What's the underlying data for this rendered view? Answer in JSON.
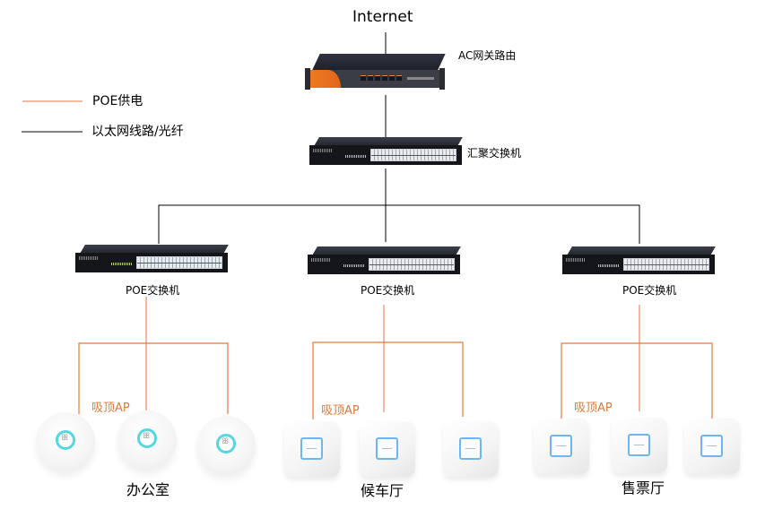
{
  "diagram": {
    "title": "Internet",
    "colors": {
      "poe_line": "#e8783a",
      "ethernet_line": "#000000",
      "label_accent": "#e07a3a"
    },
    "legend": [
      {
        "line": "poe",
        "label": "POE供电"
      },
      {
        "line": "ethernet",
        "label": "以太网线路/光纤"
      }
    ],
    "core": {
      "router": {
        "label": "AC网关路由",
        "icon": "router-icon"
      },
      "aggregation_switch": {
        "label": "汇聚交换机",
        "icon": "switch-icon"
      }
    },
    "branches": [
      {
        "switch_label": "POE交换机",
        "ap_label": "吸顶AP",
        "area": "办公室",
        "ap_style": "round",
        "ap_count": 3
      },
      {
        "switch_label": "POE交换机",
        "ap_label": "吸顶AP",
        "area": "候车厅",
        "ap_style": "square",
        "ap_count": 3
      },
      {
        "switch_label": "POE交换机",
        "ap_label": "吸顶AP",
        "area": "售票厅",
        "ap_style": "square",
        "ap_count": 3
      }
    ]
  }
}
